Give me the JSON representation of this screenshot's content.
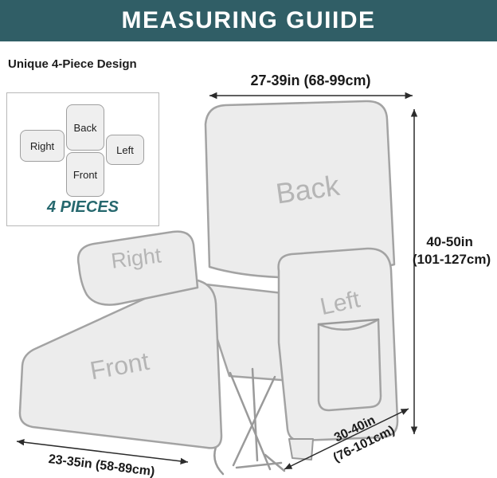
{
  "header": {
    "title": "MEASURING GUIIDE",
    "bg_color": "#305e66",
    "text_color": "#ffffff"
  },
  "design_label": "Unique 4-Piece Design",
  "pieces_box": {
    "caption": "4 PIECES",
    "pieces": [
      {
        "label": "Back"
      },
      {
        "label": "Right"
      },
      {
        "label": "Left"
      },
      {
        "label": "Front"
      }
    ]
  },
  "chair": {
    "labels": {
      "back": "Back",
      "right": "Right",
      "left": "Left",
      "front": "Front"
    },
    "fill_color": "#ececec",
    "outline_color": "#a3a3a3",
    "label_color": "#b5b5b5"
  },
  "measurements": {
    "top_width": {
      "text": "27-39in (68-99cm)"
    },
    "height": {
      "line1": "40-50in",
      "line2": "(101-127cm)"
    },
    "bottom_width": {
      "text": "23-35in (58-89cm)"
    },
    "depth": {
      "line1": "30-40in",
      "line2": "(76-101cm)"
    }
  },
  "accent_color": "#26686e"
}
